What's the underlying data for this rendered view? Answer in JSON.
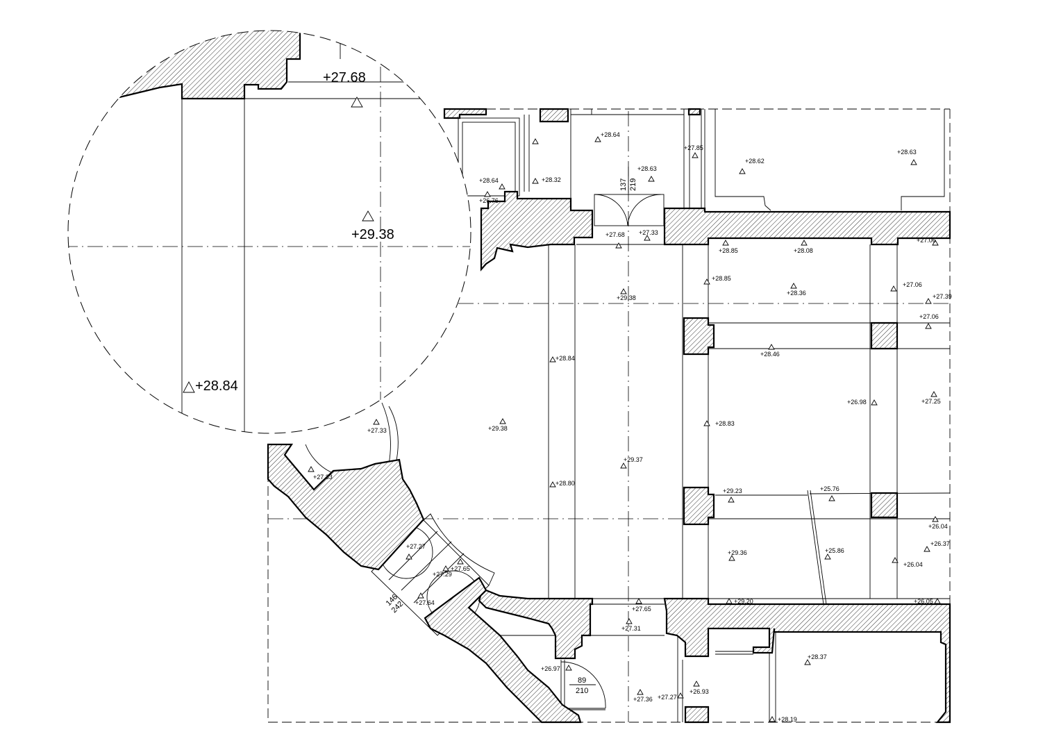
{
  "drawing": {
    "title": "Floor plan with elevation levels",
    "elevations": [
      "+28.64",
      "+28.63",
      "+27.85",
      "+28.62",
      "+28.63",
      "+28.64",
      "+26.76",
      "+28.32",
      "+27.68",
      "+27.33",
      "+28.85",
      "+28.08",
      "+27.06",
      "+28.85",
      "+28.36",
      "+29.38",
      "+27.06",
      "+27.39",
      "+27.06",
      "+28.46",
      "+28.84",
      "+26.98",
      "+27.25",
      "+28.83",
      "+29.38",
      "+27.33",
      "+29.37",
      "+28.80",
      "+27.33",
      "+29.23",
      "+25.76",
      "+26.04",
      "+29.36",
      "+25.86",
      "+26.37",
      "+26.04",
      "+29.20",
      "+26.05",
      "+27.27",
      "+27.29",
      "+27.65",
      "+27.64",
      "+27.65",
      "+27.31",
      "+26.97",
      "+27.36",
      "+27.27",
      "+26.93",
      "+28.37",
      "+28.19"
    ],
    "doors": {
      "main": {
        "width": "137",
        "height": "219"
      },
      "side": {
        "width": "89",
        "height": "210"
      },
      "diagonal": {
        "width": "146",
        "height": "242"
      }
    },
    "detail": {
      "top_level": "+27.68",
      "center_level": "+29.38",
      "left_level": "+28.84"
    }
  }
}
